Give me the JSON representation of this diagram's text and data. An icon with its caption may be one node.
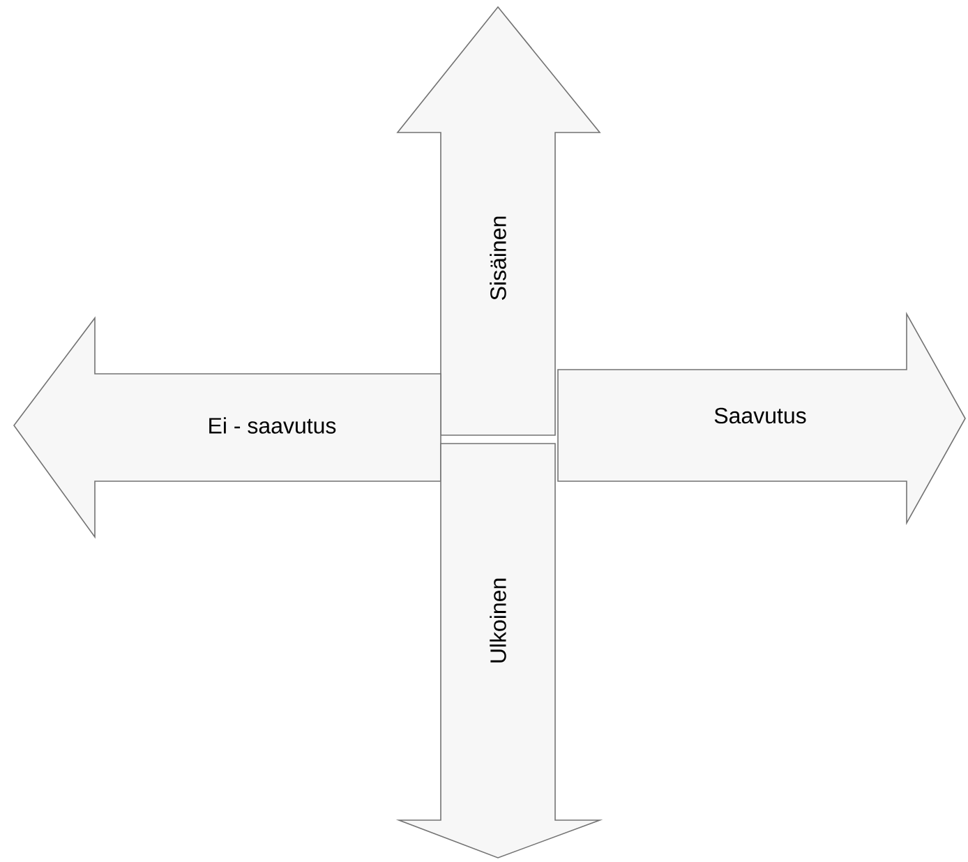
{
  "diagram": {
    "nodes": [
      {
        "text": [
          "Sisäinen"
        ]
      },
      {
        "text": [
          "Ei - saavutus"
        ]
      },
      {
        "text": [
          "Saavutus"
        ]
      },
      {
        "text": [
          "Ulkoinen"
        ]
      }
    ]
  }
}
